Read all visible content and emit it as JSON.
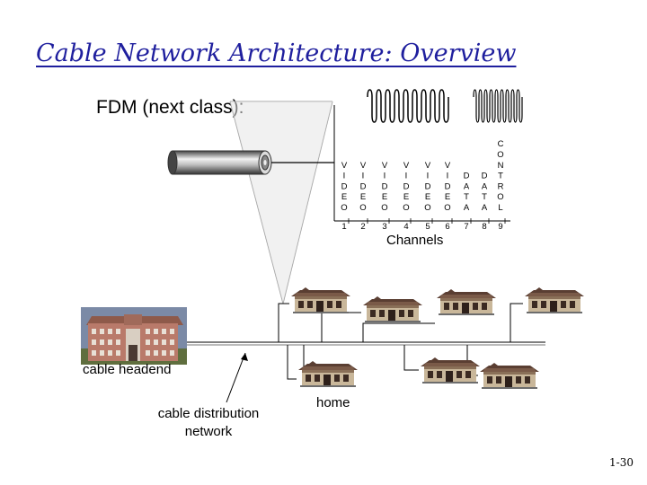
{
  "title": "Cable Network Architecture: Overview",
  "fdm_label": "FDM (next class):",
  "channels": {
    "caption": "Channels",
    "columns": [
      {
        "number": "1",
        "letters": [
          "V",
          "I",
          "D",
          "E",
          "O"
        ]
      },
      {
        "number": "2",
        "letters": [
          "V",
          "I",
          "D",
          "E",
          "O"
        ]
      },
      {
        "number": "3",
        "letters": [
          "V",
          "I",
          "D",
          "E",
          "O"
        ]
      },
      {
        "number": "4",
        "letters": [
          "V",
          "I",
          "D",
          "E",
          "O"
        ]
      },
      {
        "number": "5",
        "letters": [
          "V",
          "I",
          "D",
          "E",
          "O"
        ]
      },
      {
        "number": "6",
        "letters": [
          "V",
          "I",
          "D",
          "E",
          "O"
        ]
      },
      {
        "number": "7",
        "letters": [
          "D",
          "A",
          "T",
          "A"
        ]
      },
      {
        "number": "8",
        "letters": [
          "D",
          "A",
          "T",
          "A"
        ]
      },
      {
        "number": "9",
        "letters": [
          "C",
          "O",
          "N",
          "T",
          "R",
          "O",
          "L"
        ]
      }
    ]
  },
  "labels": {
    "headend": "cable headend",
    "distribution_line1": "cable distribution",
    "distribution_line2": "network",
    "home": "home"
  },
  "page_number": "1-30",
  "colors": {
    "title": "#1f1f9e",
    "house_roof": "#5a3e32",
    "house_wall": "#c9b79a"
  },
  "icons": [
    "coax-cable-icon",
    "headend-building-icon",
    "house-icon"
  ]
}
